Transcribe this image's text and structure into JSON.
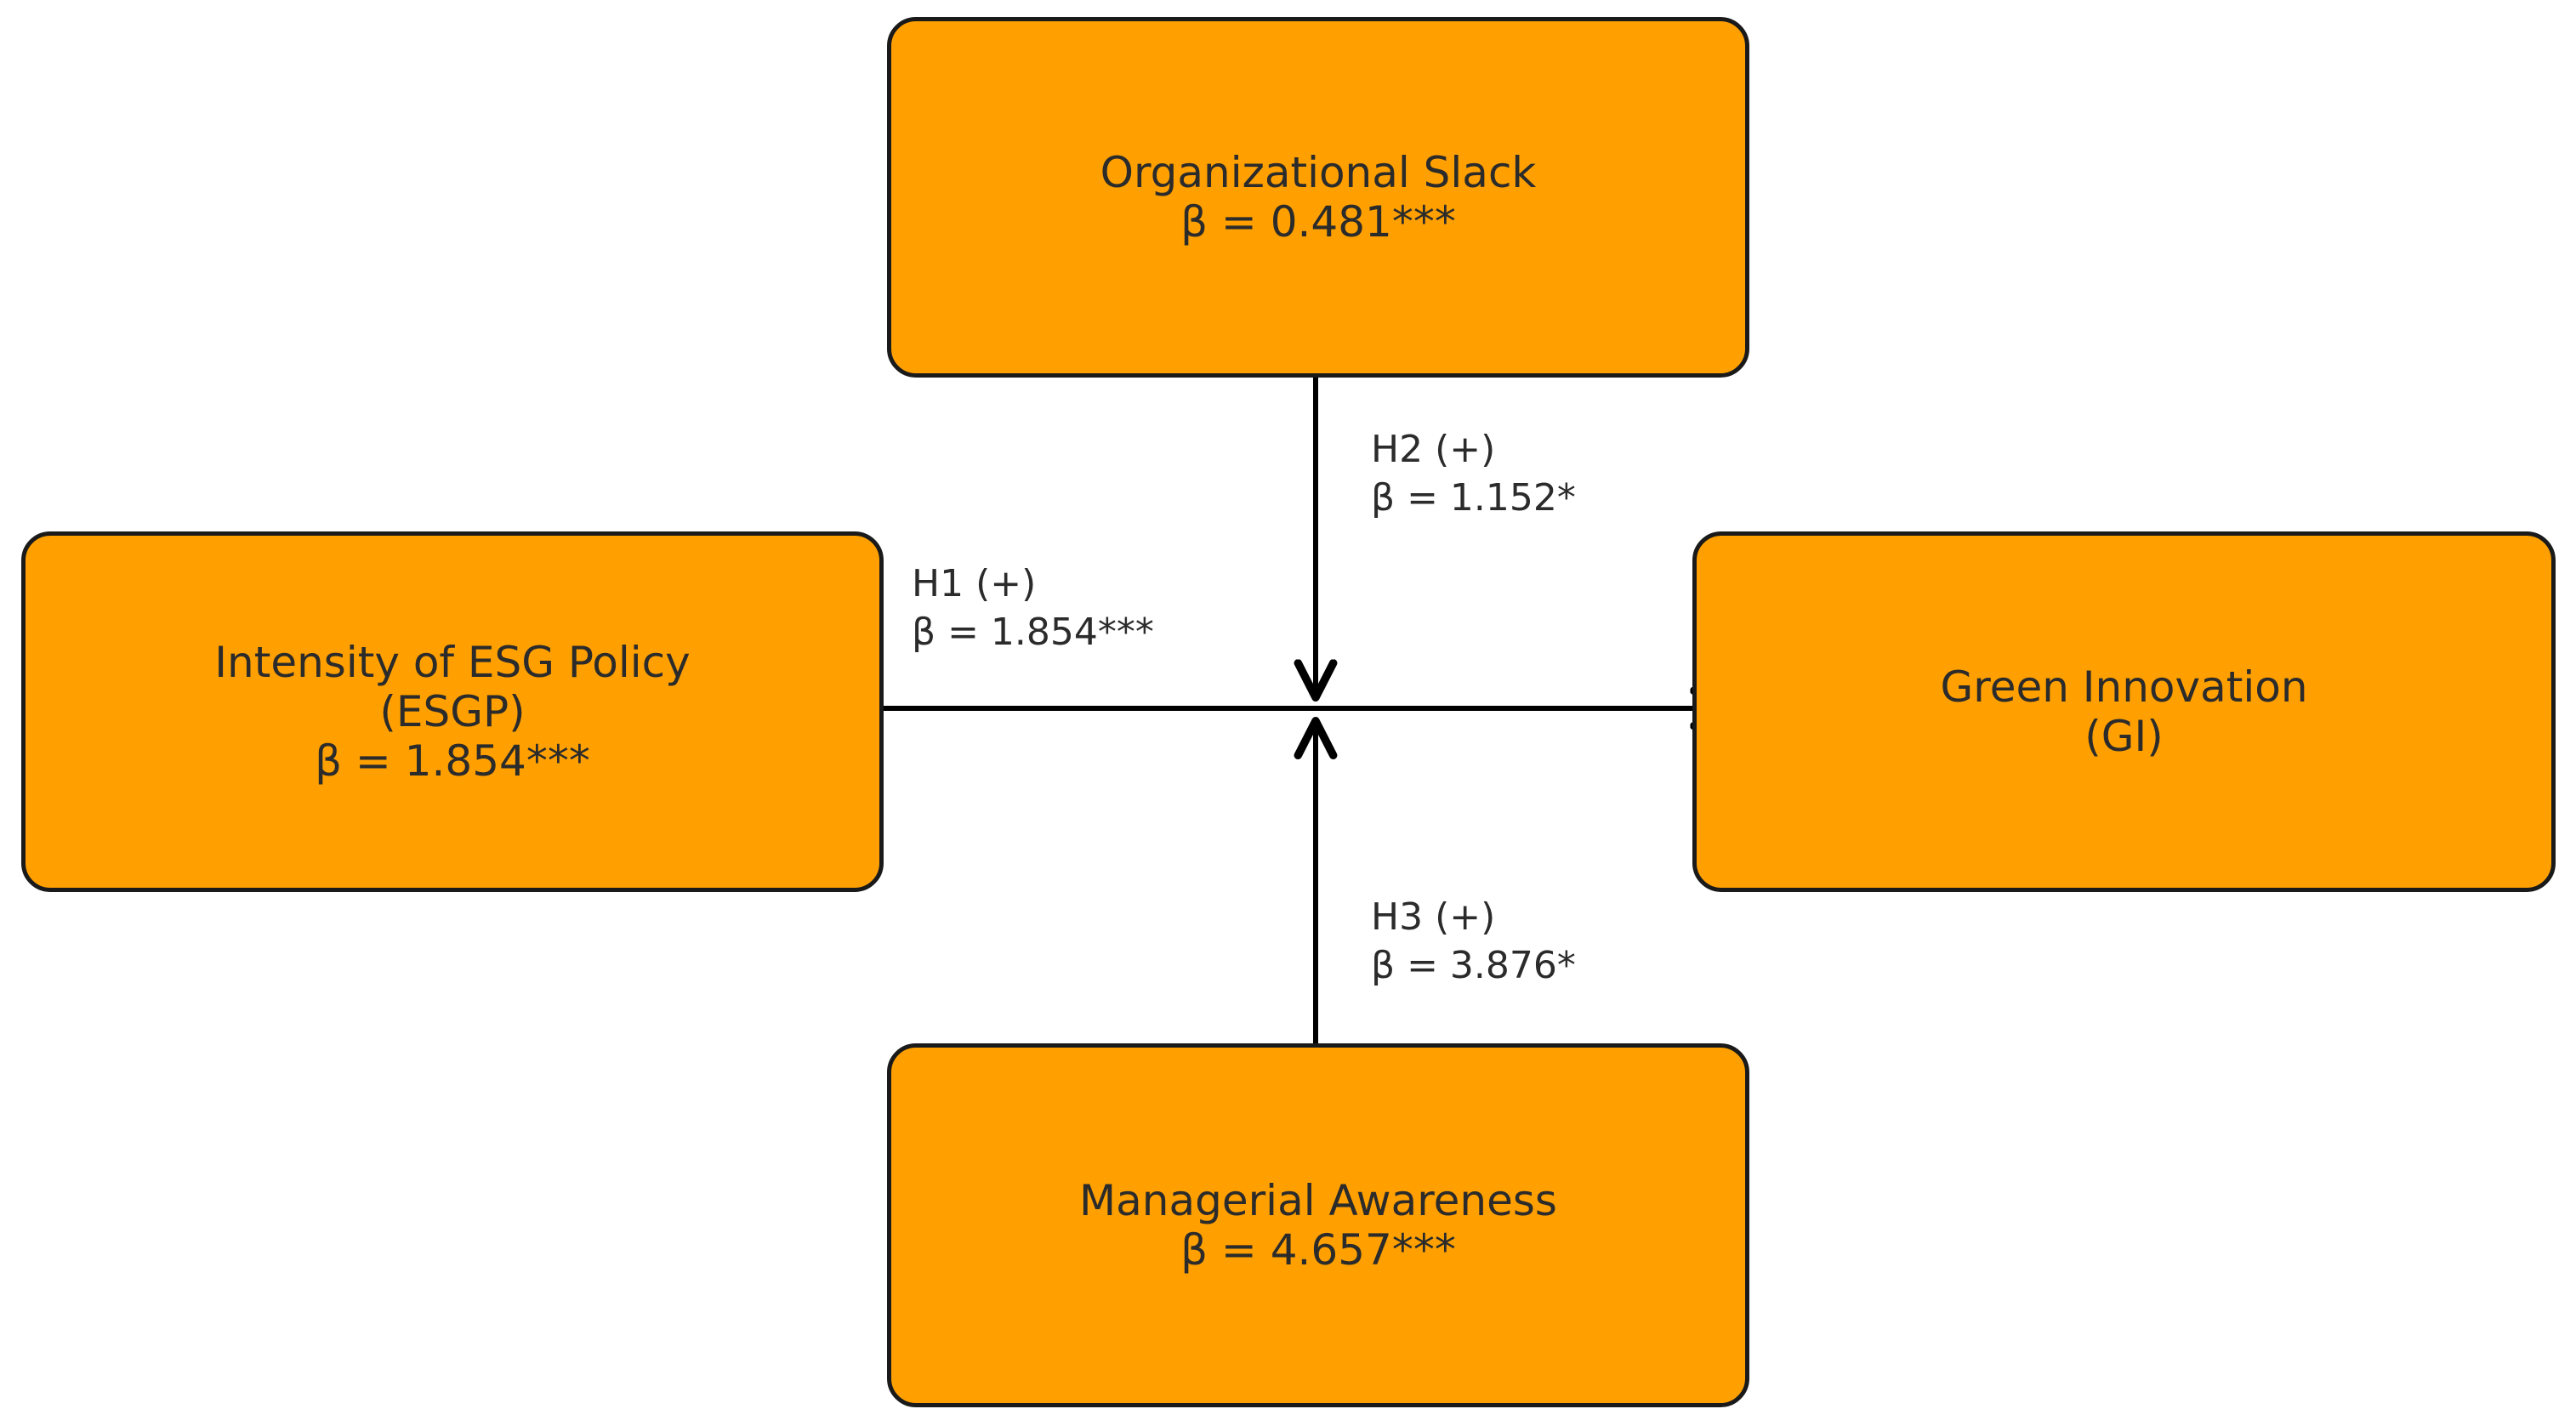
{
  "diagram": {
    "type": "conceptual-research-model",
    "background_color": "#ffffff",
    "node_fill_color": "#FFA000",
    "node_border_color": "#1a1a1a",
    "text_color": "#2b2b2b",
    "connector_color": "#000000",
    "nodes": [
      {
        "id": "organizational-slack",
        "position": "top",
        "lines": [
          "Organizational Slack",
          "β = 0.481***"
        ],
        "label": "Organizational Slack",
        "beta": "β = 0.481***"
      },
      {
        "id": "esg-policy",
        "position": "left",
        "lines": [
          "Intensity of ESG Policy",
          "(ESGP)",
          "β = 1.854***"
        ],
        "label": "Intensity of ESG Policy",
        "abbreviation": "(ESGP)",
        "beta": "β = 1.854***"
      },
      {
        "id": "green-innovation",
        "position": "right",
        "lines": [
          "Green Innovation",
          "(GI)"
        ],
        "label": "Green Innovation",
        "abbreviation": "(GI)"
      },
      {
        "id": "managerial-awareness",
        "position": "bottom",
        "lines": [
          "Managerial Awareness",
          "β = 4.657***"
        ],
        "label": "Managerial Awareness",
        "beta": "β = 4.657***"
      }
    ],
    "edges": [
      {
        "id": "h1",
        "from": "esg-policy",
        "to": "green-innovation",
        "hypothesis": "H1 (+)",
        "beta": "β = 1.854***",
        "direction": "left-to-right"
      },
      {
        "id": "h2",
        "from": "organizational-slack",
        "to": "h1-path",
        "hypothesis": "H2 (+)",
        "beta": "β = 1.152*",
        "direction": "top-down-moderation"
      },
      {
        "id": "h3",
        "from": "managerial-awareness",
        "to": "h1-path",
        "hypothesis": "H3 (+)",
        "beta": "β = 3.876*",
        "direction": "bottom-up-moderation"
      }
    ]
  }
}
